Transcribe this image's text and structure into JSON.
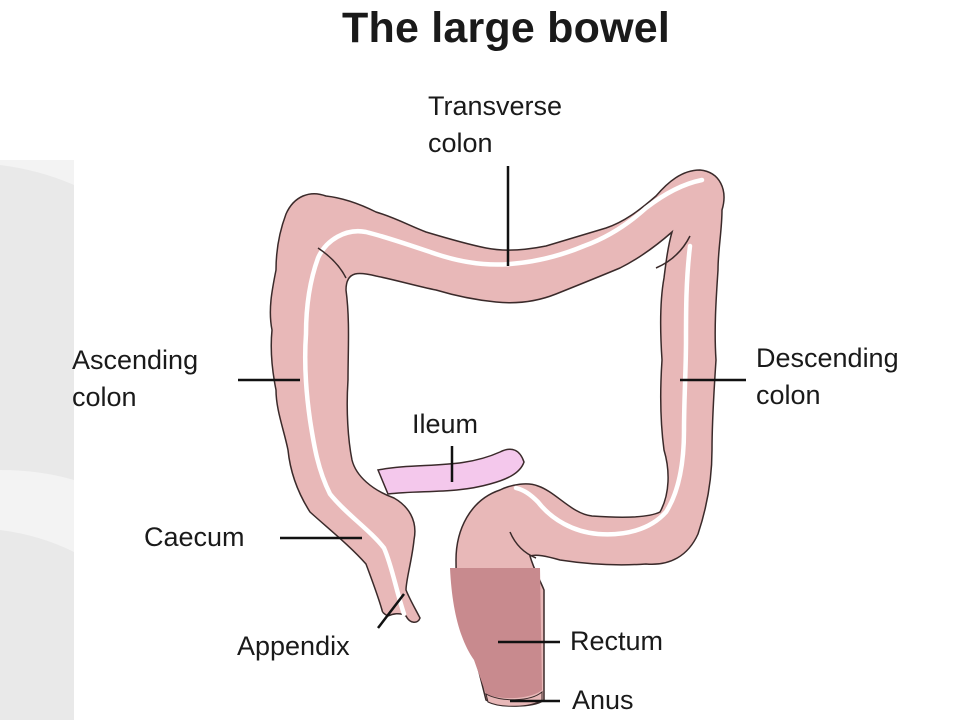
{
  "title": "The large bowel",
  "labels": {
    "transverse_line1": "Transverse",
    "transverse_line2": "colon",
    "ascending_line1": "Ascending",
    "ascending_line2": "colon",
    "descending_line1": "Descending",
    "descending_line2": "colon",
    "ileum": "Ileum",
    "caecum": "Caecum",
    "appendix": "Appendix",
    "rectum": "Rectum",
    "anus": "Anus"
  },
  "colors": {
    "colon_fill": "#e8b8b8",
    "colon_outline": "#3a2a2a",
    "lumen_line": "#ffffff",
    "ileum_fill": "#f4c8ec",
    "rectum_fill": "#c88a8e",
    "leader_line": "#111111",
    "title_text": "#1a1a1a",
    "side_strip": "#eeeeee"
  },
  "icons": {
    "large_bowel": "large-bowel-illustration"
  }
}
